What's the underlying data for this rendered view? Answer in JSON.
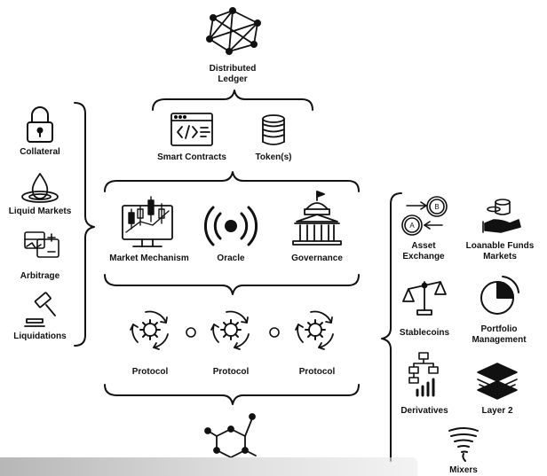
{
  "top": {
    "title_line1": "Distributed",
    "title_line2": "Ledger"
  },
  "core": {
    "smart_contracts": "Smart Contracts",
    "tokens": "Token(s)"
  },
  "mechanisms": {
    "market": "Market Mechanism",
    "oracle": "Oracle",
    "governance": "Governance"
  },
  "protocols": [
    "Protocol",
    "Protocol",
    "Protocol"
  ],
  "left_items": [
    "Collateral",
    "Liquid Markets",
    "Arbitrage",
    "Liquidations"
  ],
  "right_items": {
    "asset_exchange_1": "Asset",
    "asset_exchange_2": "Exchange",
    "loanable_1": "Loanable Funds",
    "loanable_2": "Markets",
    "stablecoins": "Stablecoins",
    "portfolio_1": "Portfolio",
    "portfolio_2": "Management",
    "derivatives": "Derivatives",
    "layer2": "Layer 2",
    "mixers": "Mixers"
  },
  "icon_glyphs": {
    "exchange_a": "A",
    "exchange_b": "B"
  },
  "colors": {
    "ink": "#111111",
    "background": "#ffffff"
  }
}
